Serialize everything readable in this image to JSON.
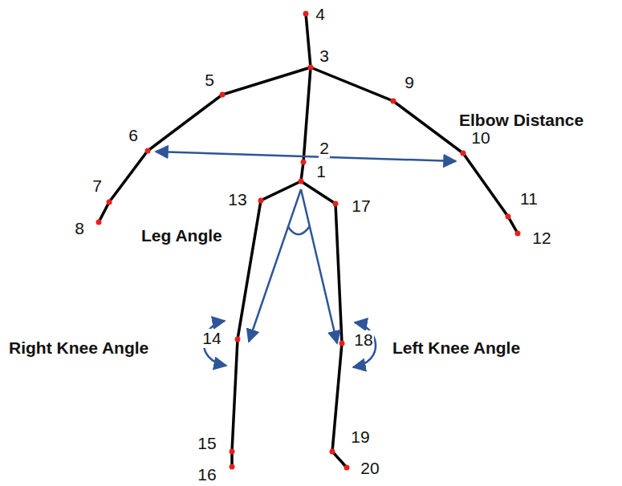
{
  "diagram": {
    "labels": [
      "4",
      "3",
      "5",
      "9",
      "Elbow Distance",
      "6",
      "10",
      "2",
      "1",
      "13",
      "17",
      "7",
      "11",
      "8",
      "12",
      "Leg Angle",
      "14",
      "18",
      "Right Knee Angle",
      "Left Knee Angle",
      "15",
      "19",
      "16",
      "20"
    ]
  }
}
